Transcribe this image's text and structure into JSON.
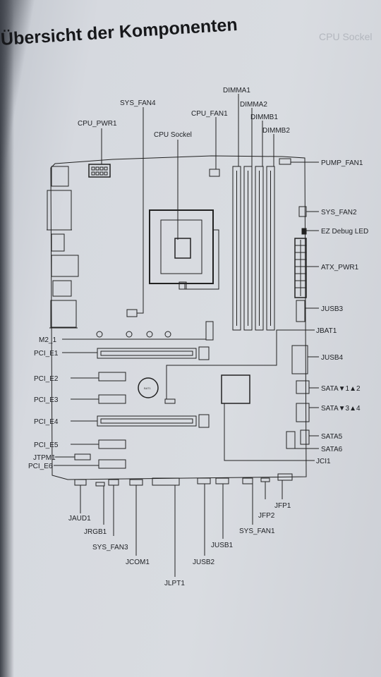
{
  "title": "Übersicht der Komponenten",
  "ghost_text": "CPU Sockel",
  "battery_text": "BAT1",
  "labels": {
    "dimma1": "DIMMA1",
    "sys_fan4": "SYS_FAN4",
    "dimma2": "DIMMA2",
    "cpu_fan1": "CPU_FAN1",
    "cpu_pwr1": "CPU_PWR1",
    "dimmb1": "DIMMB1",
    "cpu_sockel": "CPU Sockel",
    "dimmb2": "DIMMB2",
    "pump_fan1": "PUMP_FAN1",
    "sys_fan2": "SYS_FAN2",
    "ez_debug_led": "EZ Debug LED",
    "atx_pwr1": "ATX_PWR1",
    "jusb3": "JUSB3",
    "jbat1": "JBAT1",
    "m2_1": "M2_1",
    "pci_e1": "PCI_E1",
    "jusb4": "JUSB4",
    "pci_e2": "PCI_E2",
    "sata12": "SATA▼1▲2",
    "pci_e3": "PCI_E3",
    "sata34": "SATA▼3▲4",
    "pci_e4": "PCI_E4",
    "sata5": "SATA5",
    "pci_e5": "PCI_E5",
    "sata6": "SATA6",
    "jtpm1": "JTPM1",
    "jci1": "JCI1",
    "pci_e6": "PCI_E6",
    "jfp1": "JFP1",
    "jaud1": "JAUD1",
    "jfp2": "JFP2",
    "sys_fan1": "SYS_FAN1",
    "jrgb1": "JRGB1",
    "jusb1": "JUSB1",
    "sys_fan3": "SYS_FAN3",
    "jcom1": "JCOM1",
    "jusb2": "JUSB2",
    "jlpt1": "JLPT1"
  }
}
